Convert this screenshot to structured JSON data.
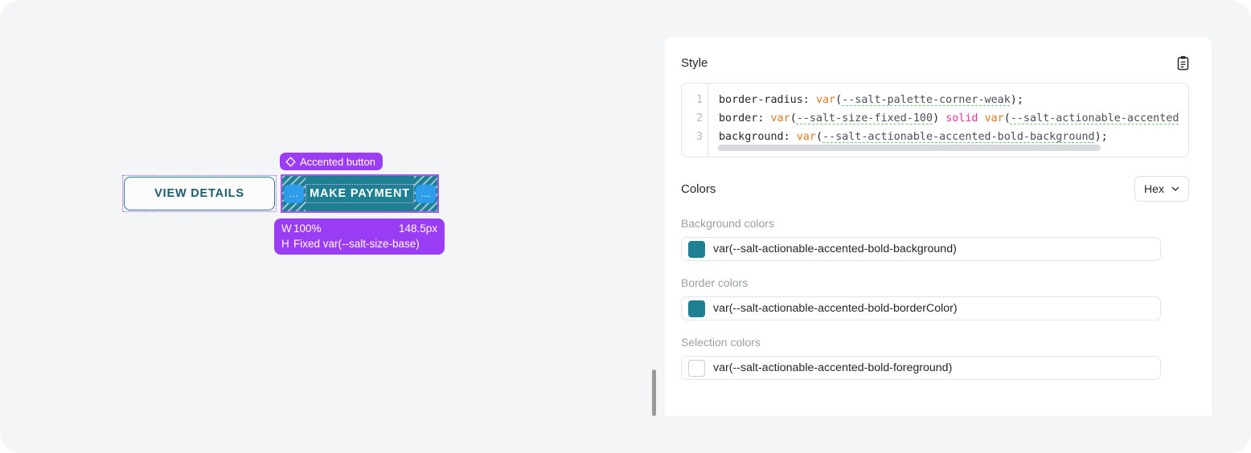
{
  "preview": {
    "secondary_button": {
      "label": "VIEW DETAILS"
    },
    "accent_button": {
      "label": "MAKE PAYMENT",
      "left_handle": "...",
      "right_handle": "..."
    },
    "type_badge": {
      "label": "Accented button",
      "icon": "diamond-icon"
    },
    "size_tooltip": {
      "width_key": "W",
      "width_value": "100%",
      "width_computed": "148.5px",
      "height_key": "H",
      "height_value": "Fixed var(--salt-size-base)"
    }
  },
  "panel": {
    "style_section": {
      "title": "Style",
      "copy_icon": "clipboard-icon",
      "code_lines": [
        {
          "number": "1",
          "parts": [
            {
              "text": "border-radius: ",
              "type": "plain"
            },
            {
              "text": "var",
              "type": "fn"
            },
            {
              "text": "(",
              "type": "plain"
            },
            {
              "text": "--salt-palette-corner-weak",
              "type": "var"
            },
            {
              "text": ");",
              "type": "plain"
            }
          ]
        },
        {
          "number": "2",
          "parts": [
            {
              "text": "border: ",
              "type": "plain"
            },
            {
              "text": "var",
              "type": "fn"
            },
            {
              "text": "(",
              "type": "plain"
            },
            {
              "text": "--salt-size-fixed-100",
              "type": "var"
            },
            {
              "text": ") ",
              "type": "plain"
            },
            {
              "text": "solid",
              "type": "kw"
            },
            {
              "text": " ",
              "type": "plain"
            },
            {
              "text": "var",
              "type": "fn"
            },
            {
              "text": "(",
              "type": "plain"
            },
            {
              "text": "--salt-actionable-accented",
              "type": "var"
            }
          ]
        },
        {
          "number": "3",
          "parts": [
            {
              "text": "background: ",
              "type": "plain"
            },
            {
              "text": "var",
              "type": "fn"
            },
            {
              "text": "(",
              "type": "plain"
            },
            {
              "text": "--salt-actionable-accented-bold-background",
              "type": "var"
            },
            {
              "text": ");",
              "type": "plain"
            }
          ]
        }
      ]
    },
    "colors_section": {
      "title": "Colors",
      "unit_select": {
        "value": "Hex",
        "icon": "chevron-down-icon"
      },
      "groups": [
        {
          "label": "Background colors",
          "rows": [
            {
              "swatch": "#1f7f93",
              "name": "var(--salt-actionable-accented-bold-background)"
            }
          ]
        },
        {
          "label": "Border colors",
          "rows": [
            {
              "swatch": "#1f7f93",
              "name": "var(--salt-actionable-accented-bold-borderColor)"
            }
          ]
        },
        {
          "label": "Selection colors",
          "rows": [
            {
              "swatch": "",
              "name": "var(--salt-actionable-accented-bold-foreground)"
            }
          ]
        }
      ]
    }
  }
}
